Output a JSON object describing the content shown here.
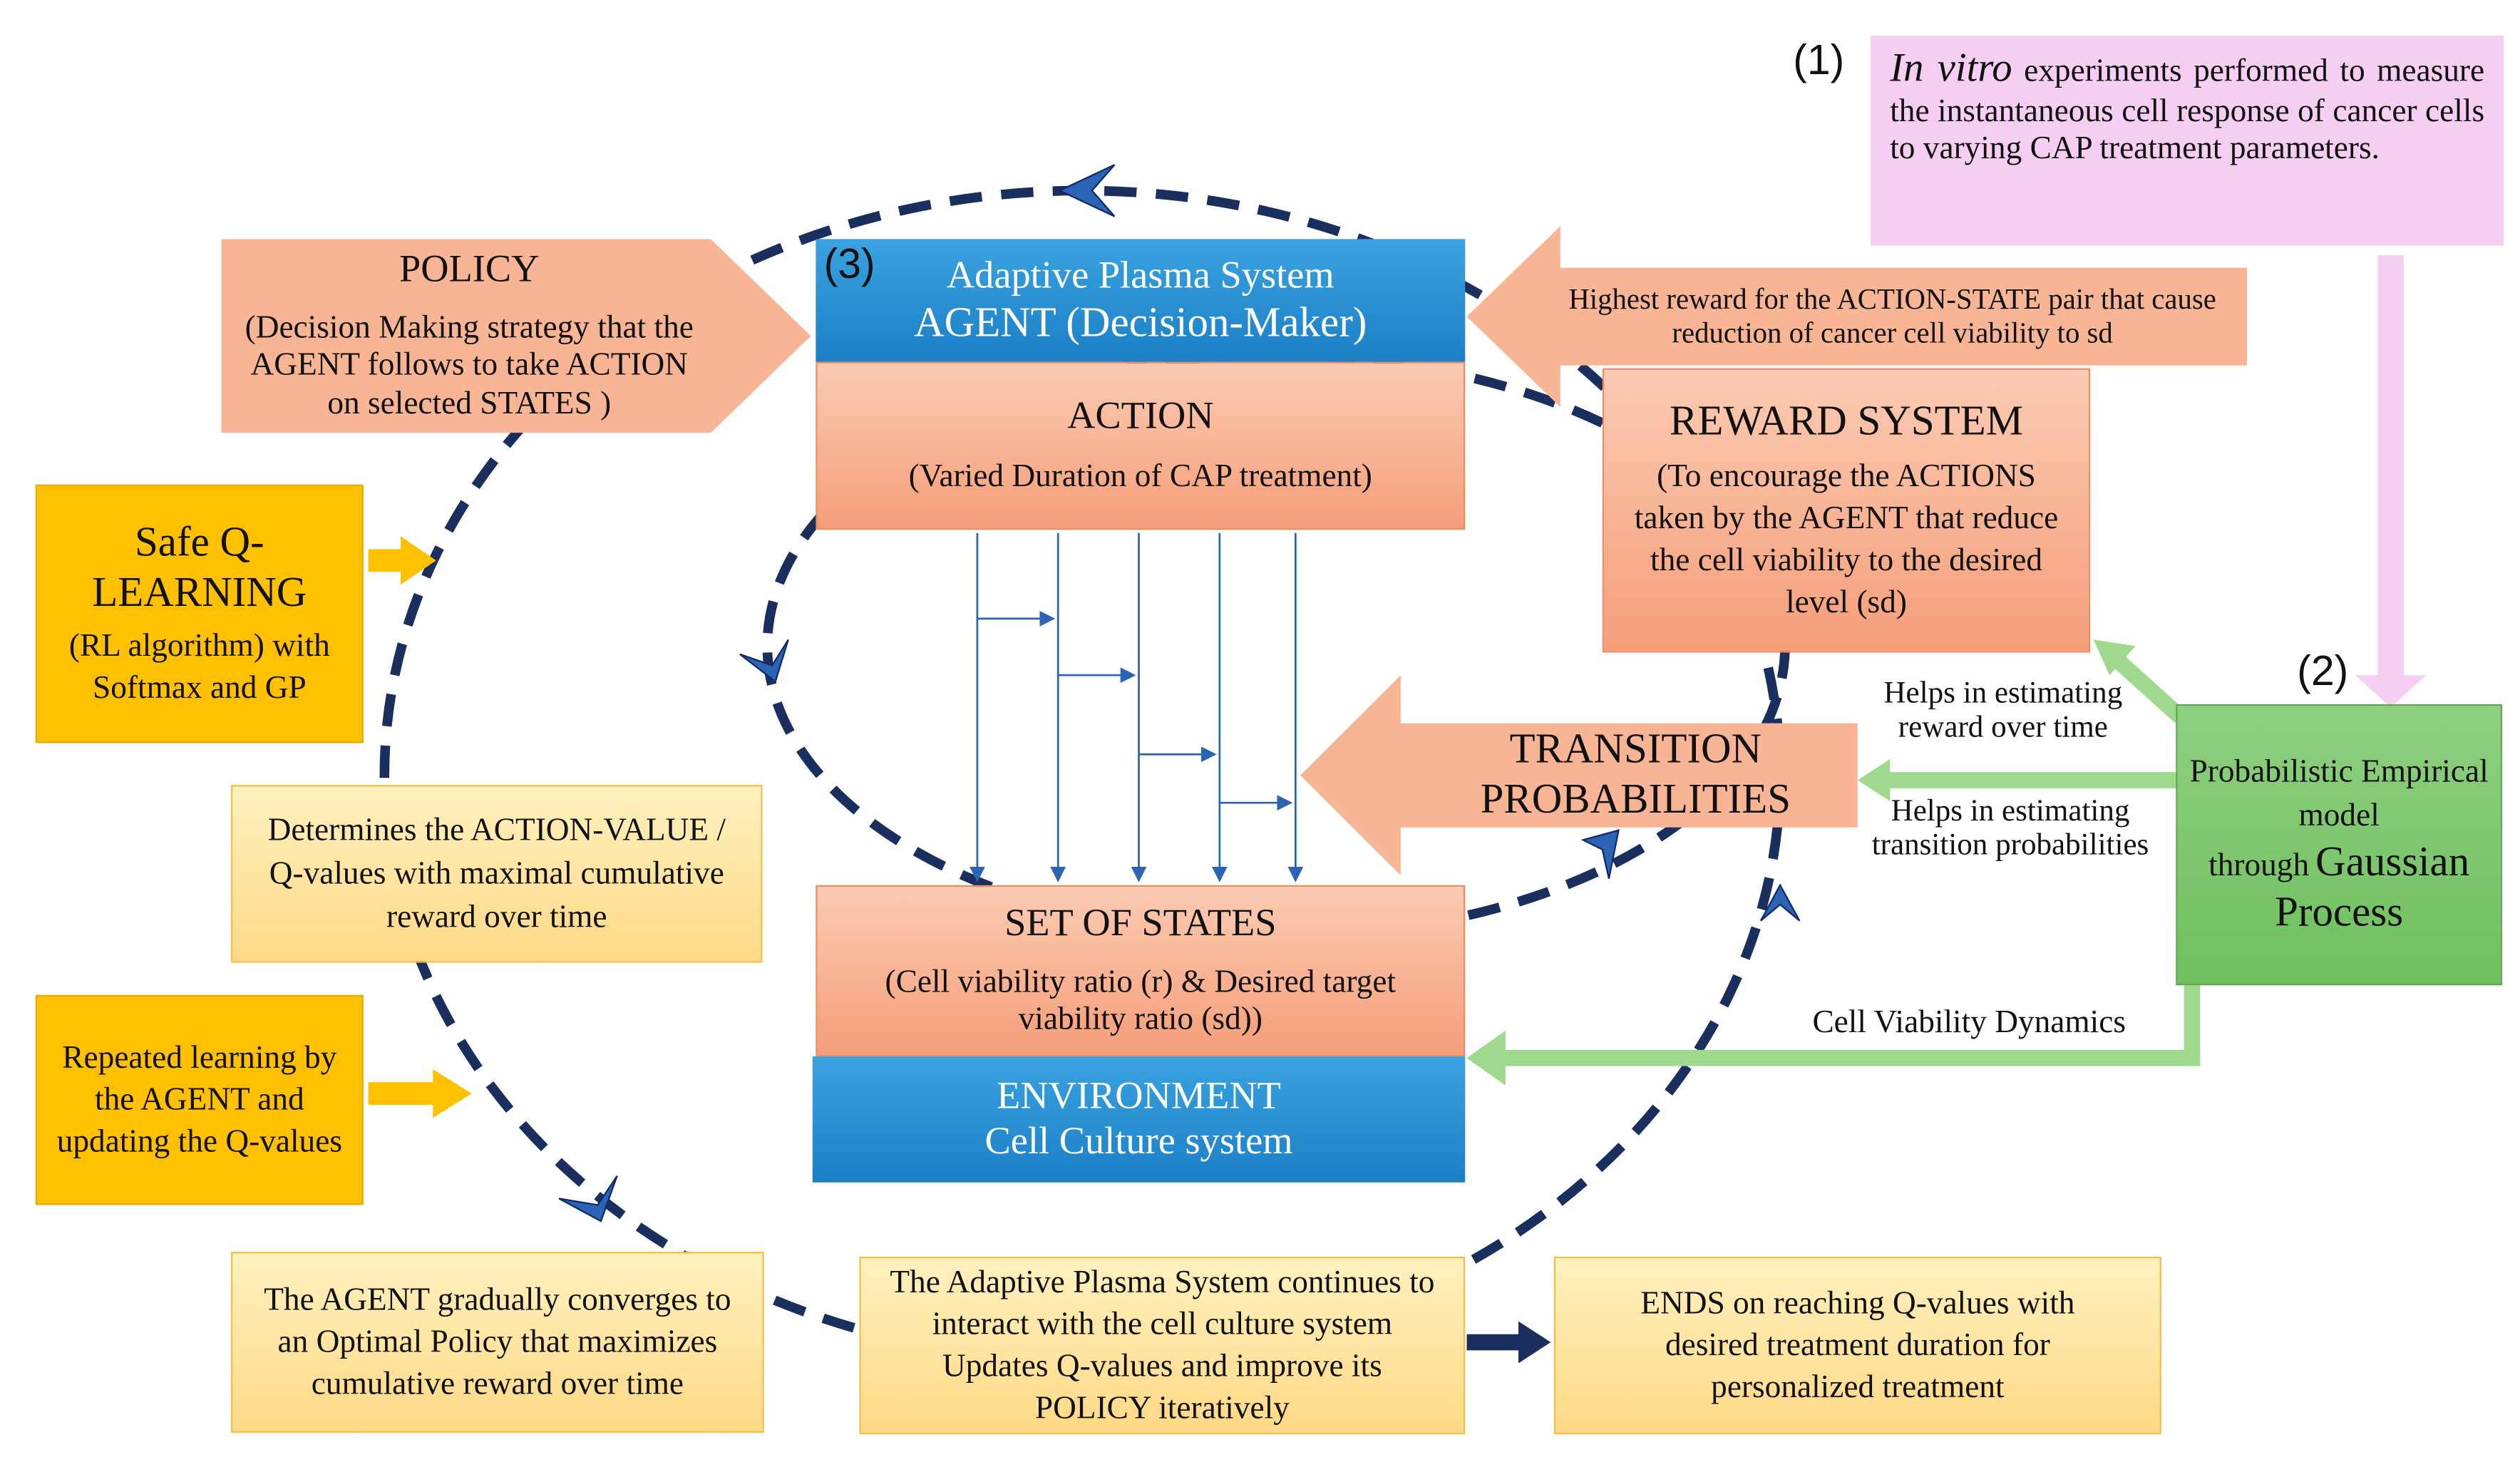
{
  "markers": {
    "one": "(1)",
    "two": "(2)",
    "three": "(3)"
  },
  "invitro": {
    "lead": "In vitro",
    "rest": "experiments performed to measure the instantaneous cell response of cancer cells to varying CAP treatment parameters."
  },
  "agent": {
    "line1": "Adaptive Plasma System",
    "line2": "AGENT (Decision-Maker)"
  },
  "policy": {
    "title": "POLICY",
    "desc": "(Decision Making strategy that the AGENT follows to take ACTION on selected STATES )"
  },
  "highest_reward": "Highest reward for the ACTION-STATE pair that cause reduction of cancer cell viability to sd",
  "action": {
    "title": "ACTION",
    "desc": "(Varied Duration of CAP treatment)"
  },
  "reward_system": {
    "title": "REWARD SYSTEM",
    "desc": "(To encourage the ACTIONS taken by the AGENT that reduce the cell viability to the desired level (sd)"
  },
  "safe_q": {
    "line1": "Safe Q-",
    "line2": "LEARNING",
    "line3": "(RL algorithm) with Softmax and GP"
  },
  "transition": {
    "line1": "TRANSITION",
    "line2": "PROBABILITIES"
  },
  "helps_reward": "Helps in estimating reward over time",
  "helps_transition": "Helps in estimating transition probabilities",
  "gaussian": {
    "line1": "Probabilistic Empirical model",
    "line2": "through",
    "line3": "Gaussian Process"
  },
  "determines": "Determines the ACTION-VALUE / Q-values with maximal cumulative reward over time",
  "states": {
    "title": "SET OF STATES",
    "desc": "(Cell viability ratio (r) & Desired target viability ratio (sd))"
  },
  "cell_dynamics": "Cell Viability Dynamics",
  "environment": {
    "line1": "ENVIRONMENT",
    "line2": "Cell Culture system"
  },
  "repeated": "Repeated learning by the AGENT and updating the Q-values",
  "converges": "The AGENT gradually converges to an Optimal Policy that maximizes cumulative reward over time",
  "continues": "The Adaptive Plasma System continues to interact with the cell culture system Updates Q-values and improve its POLICY iteratively",
  "ends": "ENDS on reaching Q-values with desired treatment duration for personalized treatment",
  "colors": {
    "salmon": "#f7b596",
    "blue": "#1b7fc6",
    "gold": "#ffc000",
    "cream": "#ffe29a",
    "pink": "#f4cff1",
    "green": "#7cc56b",
    "dash": "#1b2f5e"
  }
}
